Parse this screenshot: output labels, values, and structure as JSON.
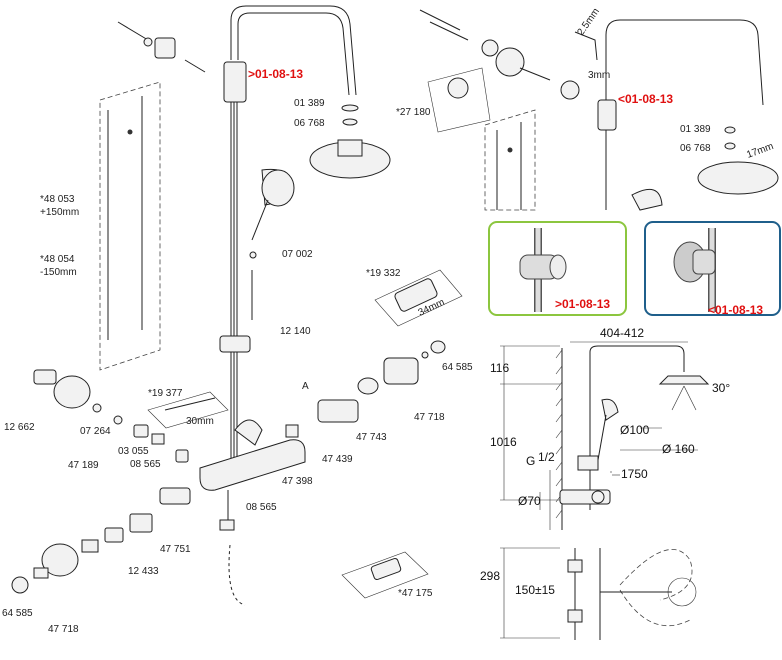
{
  "part_labels": {
    "p01389_a": "01 389",
    "p06768_a": "06 768",
    "p07002": "07 002",
    "p12140": "12 140",
    "p19332": "*19 332",
    "p34mm": "34mm",
    "p64585_a": "64 585",
    "p47718_a": "47 718",
    "p47743": "47 743",
    "p47439": "47 439",
    "pA": "A",
    "p47398": "47 398",
    "p19377": "*19 377",
    "p30mm": "30mm",
    "p12662": "12 662",
    "p07264": "07 264",
    "p47189": "47 189",
    "p03055": "03 055",
    "p08565_a": "08 565",
    "p08565_b": "08 565",
    "p47751": "47 751",
    "p12433": "12 433",
    "p64585_b": "64 585",
    "p47718_b": "47 718",
    "p47175": "*47 175",
    "p48053": "*48 053",
    "p150p": "+150mm",
    "p48054": "*48 054",
    "p150m": "-150mm",
    "p27180": "*27 180",
    "p01389_b": "01 389",
    "p06768_b": "06 768",
    "p25mm": "2.5mm",
    "p3mm": "3mm",
    "p17mm": "17mm"
  },
  "date_codes": {
    "main": ">01-08-13",
    "top_right": "<01-08-13",
    "green_box": ">01-08-13",
    "blue_box": "<01-08-13"
  },
  "dimensions": {
    "width": "404-412",
    "h116": "116",
    "h1016": "1016",
    "thread_g": "G",
    "thread_frac": "1/2",
    "dia70": "Ø70",
    "angle": "30°",
    "dia100": "Ø100",
    "dia160": "Ø 160",
    "h1750": "1750",
    "h298": "298",
    "h150": "150±15"
  },
  "colors": {
    "date_red": "#e01010",
    "green_frame": "#8cc63f",
    "blue_frame": "#1f5f8b"
  }
}
